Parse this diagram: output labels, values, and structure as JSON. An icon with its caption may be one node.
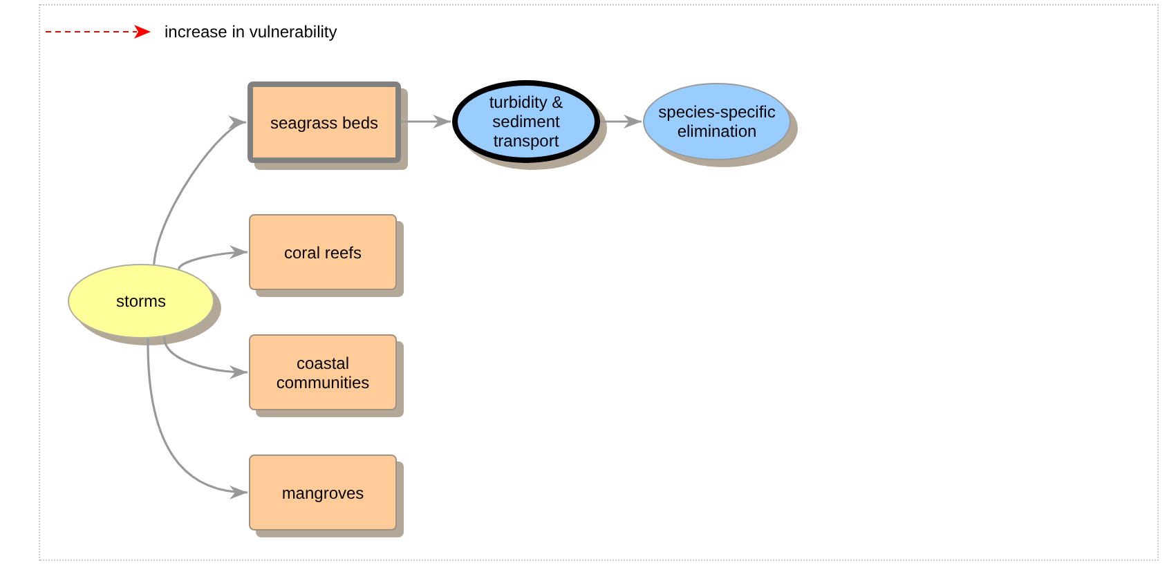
{
  "diagram": {
    "nodes": [
      {
        "text": [
          "storms"
        ]
      },
      {
        "text": [
          "seagrass beds"
        ]
      },
      {
        "text": [
          "coral reefs"
        ]
      },
      {
        "text": [
          "coastal communities"
        ]
      },
      {
        "text": [
          "mangroves"
        ]
      },
      {
        "text": [
          "turbidity & sediment transport"
        ]
      },
      {
        "text": [
          "species-specific elimination"
        ]
      }
    ],
    "edges": [
      {
        "from": 0,
        "to": 1,
        "arrow": "to"
      },
      {
        "from": 0,
        "to": 2,
        "arrow": "to"
      },
      {
        "from": 0,
        "to": 3,
        "arrow": "to"
      },
      {
        "from": 0,
        "to": 4,
        "arrow": "to"
      },
      {
        "from": 1,
        "to": 5,
        "arrow": "to"
      },
      {
        "from": 5,
        "to": 6,
        "arrow": "to"
      }
    ],
    "legend": [
      {
        "text": "increase in vulnerability"
      }
    ]
  }
}
